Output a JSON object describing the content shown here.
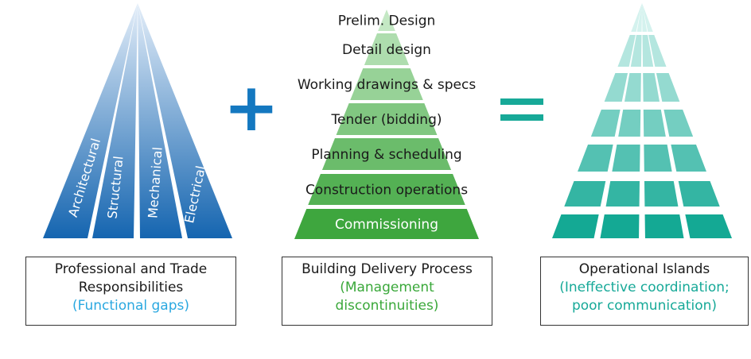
{
  "colors": {
    "blue_dark": "#1565b0",
    "blue_light": "#e4eef9",
    "green_light": "#c4e8c4",
    "green_dark": "#3ea63e",
    "teal_light": "#d4f2ee",
    "teal_dark": "#14a994",
    "plus": "#1478c0",
    "equals": "#17a998",
    "caption_blue": "#2aa8e0",
    "caption_green": "#3aa83a",
    "caption_teal": "#17a998"
  },
  "disciplines": [
    "Architectural",
    "Structural",
    "Mechanical",
    "Electrical"
  ],
  "process_stages": [
    "Prelim. Design",
    "Detail design",
    "Working drawings & specs",
    "Tender (bidding)",
    "Planning & scheduling",
    "Construction operations",
    "Commissioning"
  ],
  "operators": {
    "plus": "+",
    "equals": "="
  },
  "captions": {
    "responsibilities": {
      "line1": "Professional and Trade",
      "line2": "Responsibilities",
      "line3": "(Functional gaps)"
    },
    "process": {
      "line1": "Building Delivery Process",
      "line2": "(Management",
      "line3": "discontinuities)"
    },
    "islands": {
      "line1": "Operational Islands",
      "line2": "(Ineffective coordination;",
      "line3": "poor communication)"
    }
  }
}
